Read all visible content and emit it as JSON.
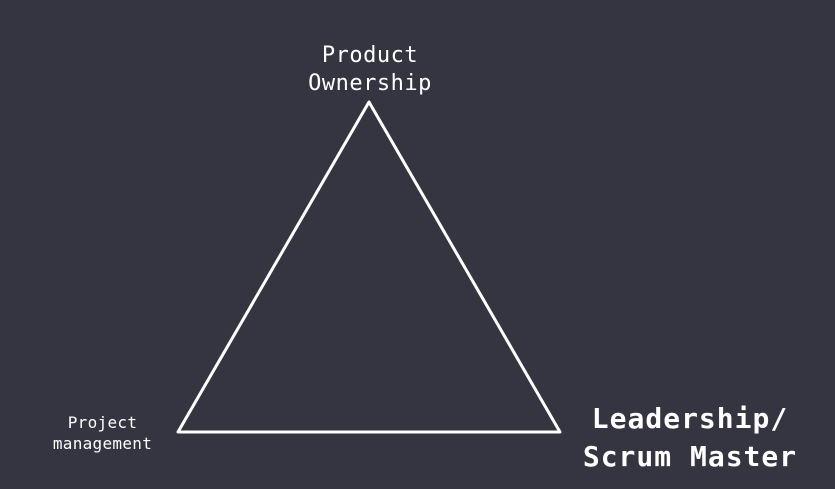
{
  "diagram": {
    "top": {
      "lines": [
        "Product",
        "Ownership"
      ]
    },
    "left": {
      "lines": [
        "Project",
        "management"
      ]
    },
    "right": {
      "lines": [
        "Leadership/",
        "Scrum Master"
      ]
    }
  },
  "colors": {
    "background": "#343541",
    "stroke": "#ffffff",
    "text": "#ffffff"
  }
}
